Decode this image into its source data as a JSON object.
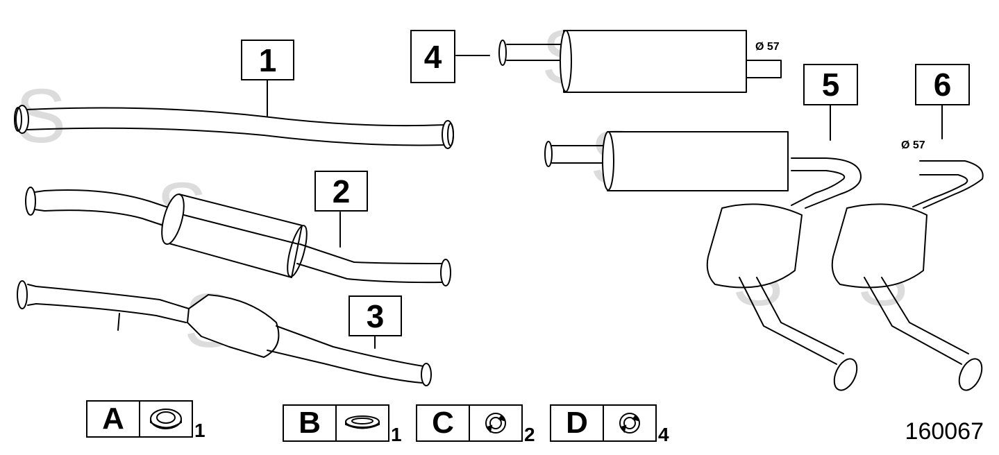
{
  "parts": [
    {
      "number": "1"
    },
    {
      "number": "2"
    },
    {
      "number": "3"
    },
    {
      "number": "4"
    },
    {
      "number": "5"
    },
    {
      "number": "6"
    }
  ],
  "dimensions": {
    "muffler_4_outlet": "Ø 57",
    "tailpipe_6_outlet": "Ø 57"
  },
  "legend": [
    {
      "letter": "A",
      "qty": "1",
      "icon": "gasket-ring-icon"
    },
    {
      "letter": "B",
      "qty": "1",
      "icon": "flat-seal-ring-icon"
    },
    {
      "letter": "C",
      "qty": "2",
      "icon": "clamp-ring-icon"
    },
    {
      "letter": "D",
      "qty": "4",
      "icon": "clamp-ring-icon"
    }
  ],
  "diagram_id": "160067",
  "watermark": "S"
}
